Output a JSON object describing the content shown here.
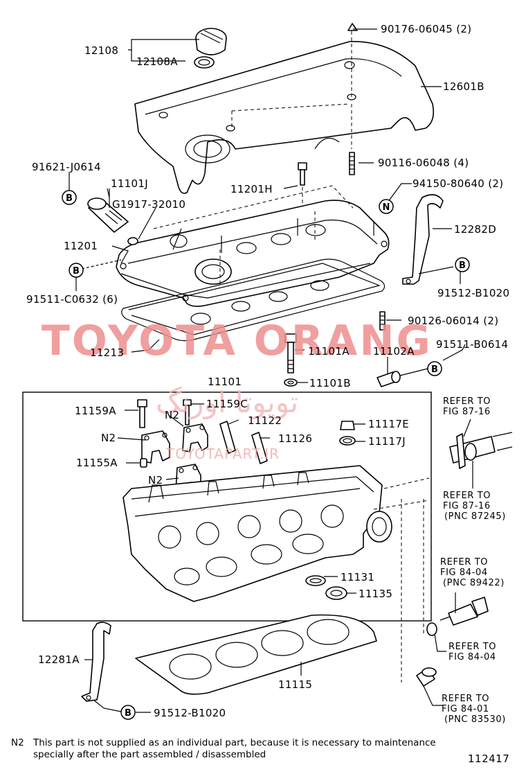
{
  "watermark": {
    "brand": "TOYOTA ORANG",
    "persian": "تویوتا اورنگ",
    "site": "TOYOTAPART.IR"
  },
  "labels": {
    "p90176": "90176-06045 (2)",
    "p12108": "12108",
    "p12108a": "12108A",
    "p12601b": "12601B",
    "p90116": "90116-06048 (4)",
    "p91621": "91621-J0614",
    "p11101j": "11101J",
    "pg1917": "G1917-32010",
    "p11201h": "11201H",
    "p94150": "94150-80640 (2)",
    "p12282d": "12282D",
    "p11201": "11201",
    "p91512a": "91512-B1020",
    "p91511c": "91511-C0632 (6)",
    "p90126": "90126-06014 (2)",
    "p11213": "11213",
    "p11101a": "11101A",
    "p11102a": "11102A",
    "p91511b": "91511-B0614",
    "p11101": "11101",
    "p11101b": "11101B",
    "p11159a": "11159A",
    "p11159c": "11159C",
    "p11122": "11122",
    "p11117e": "11117E",
    "p11126": "11126",
    "p11117j": "11117J",
    "p11155a": "11155A",
    "p11131": "11131",
    "p11135": "11135",
    "p12281a": "12281A",
    "p11115": "11115",
    "p91512b": "91512-B1020",
    "n2a": "N2",
    "n2b": "N2",
    "n2c": "N2"
  },
  "callouts": {
    "b1": "B",
    "b2": "B",
    "b3": "B",
    "b4": "B",
    "b5": "B",
    "n1": "N"
  },
  "references": {
    "r1": {
      "line1": "REFER TO",
      "line2": "FIG 87-16"
    },
    "r2": {
      "line1": "REFER TO",
      "line2": "FIG 87-16",
      "line3": "(PNC 87245)"
    },
    "r3": {
      "line1": "REFER TO",
      "line2": "FIG 84-04",
      "line3": "(PNC 89422)"
    },
    "r4": {
      "line1": "REFER TO",
      "line2": "FIG 84-04"
    },
    "r5": {
      "line1": "REFER TO",
      "line2": "FIG 84-01",
      "line3": "(PNC 83530)"
    }
  },
  "footnote": {
    "marker": "N2",
    "line1": "This part is not supplied as an individual part, because it is necessary to maintenance",
    "line2": "specially after the part assembled / disassembled"
  },
  "figure_number": "112417"
}
